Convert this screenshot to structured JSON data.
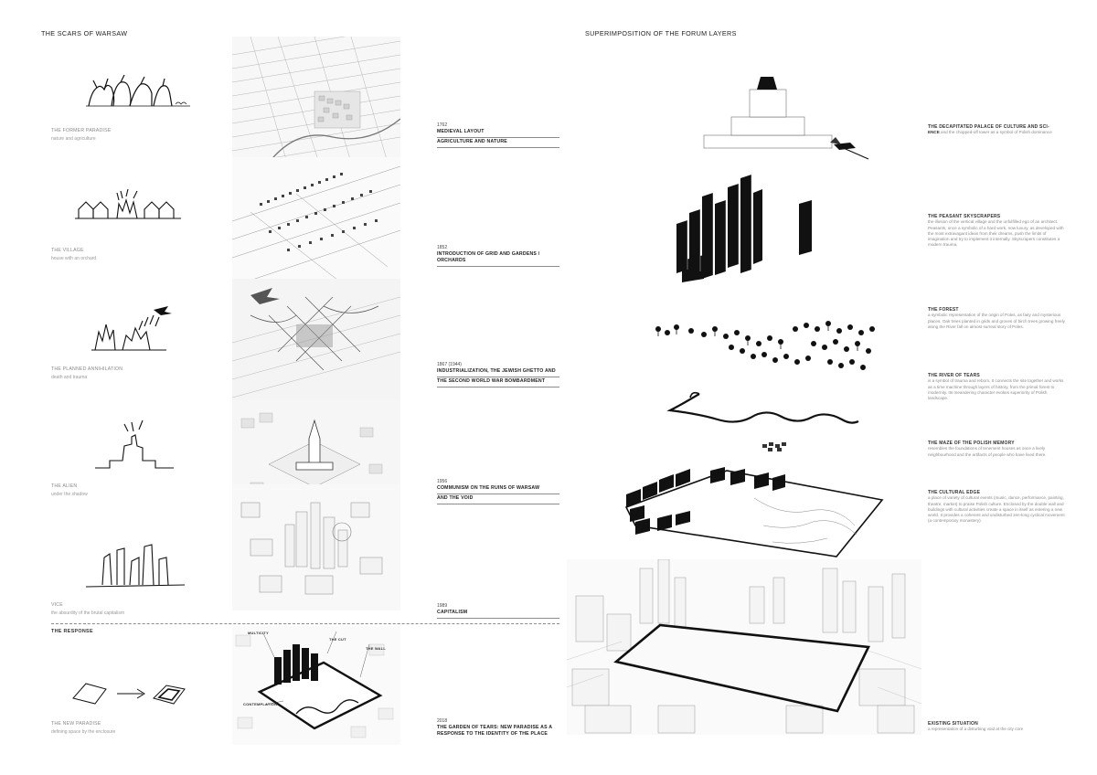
{
  "headings": {
    "left": "THE SCARS OF WARSAW",
    "right": "SUPERIMPOSITION OF THE FORUM LAYERS"
  },
  "rows": [
    {
      "title": "THE FORMER PARADISE",
      "subtitle": "nature and agriculture",
      "year": "1762",
      "label_lines": [
        "MEDIEVAL LAYOUT",
        "AGRICULTURE AND NATURE"
      ]
    },
    {
      "title": "THE VILLAGE",
      "subtitle": "house with an orchard",
      "year": "1852",
      "label_lines": [
        "INTRODUCTION OF GRID AND GARDENS / ORCHARDS"
      ]
    },
    {
      "title": "THE PLANNED ANNIHILATION",
      "subtitle": "death and trauma",
      "year": "1867 (1944)",
      "label_lines": [
        "INDUSTRIALIZATION, THE JEWISH GHETTO AND",
        "THE SECOND WORLD WAR BOMBARDMENT"
      ]
    },
    {
      "title": "THE ALIEN",
      "subtitle": "under the shadow",
      "year": "1956",
      "label_lines": [
        "COMMUNISM ON THE RUINS OF WARSAW",
        "AND THE VOID"
      ]
    },
    {
      "title": "VICE",
      "subtitle": "the absurdity of the brutal capitalism",
      "year": "1989",
      "label_lines": [
        "CAPITALISM"
      ]
    }
  ],
  "response": {
    "heading": "THE RESPONSE",
    "title": "THE NEW PARADISE",
    "subtitle": "defining space by the enclosure",
    "year": "2018",
    "label_lines": [
      "THE GARDEN OF TEARS: NEW PARADISE AS A",
      "RESPONSE TO THE IDENTITY OF THE PLACE"
    ],
    "diagram_labels": {
      "multicity": "MULTICITY",
      "the_cut": "THE CUT",
      "the_wall": "THE WALL",
      "contemplation": "CONTEMPLATION"
    }
  },
  "layers": [
    {
      "title": "THE DECAPITATED PALACE OF CULTURE AND SCI-",
      "title_cont": "ENCE",
      "desc": "and the chopped-off tower as a symbol of Polish dominance"
    },
    {
      "title": "THE PEASANT SKYSCRAPERS",
      "desc": "the illusion of the vertical village and the unfulfilled ego of an architect. Peasants, once a symbolic of a hard work, now luxury, as developed with the most extravagant ideas from their dreams, push the limits of imagination and try to implement it internally. Skyscrapers constitutes a modern trauma."
    },
    {
      "title": "THE FOREST",
      "desc": "a symbolic representation of the origin of Poles, as fairy and mysterious places. Oak trees planted in grids and groves of birch trees growing freely along the River fall on almost surreal story of Poles."
    },
    {
      "title": "THE RIVER OF TEARS",
      "desc": "is a symbol of trauma and reborn. It connects the site together and works as a time machine through layers of history, from the primal forest to modernity. Its meandering character evokes superiority of Polish landscape."
    },
    {
      "title": "THE MAZE OF THE POLISH MEMORY",
      "desc": "resembles the foundations of tenement houses as once a lively neighbourhood and the artifacts of people who have lived there."
    },
    {
      "title": "THE CULTURAL EDGE",
      "desc": "a place of variety of cultural events (music, dance, performance, painting, theatre, market) to praise Polish culture. Enclosed by the double wall and buildings with cultural activities create a space in itself as entering a new world. It provides a coherent and undisturbed zen-long cyclical movement (a contemporary monastery)."
    },
    {
      "title": "EXISTING SITUATION",
      "desc": "a representation of a disturbing void at the city core"
    }
  ]
}
